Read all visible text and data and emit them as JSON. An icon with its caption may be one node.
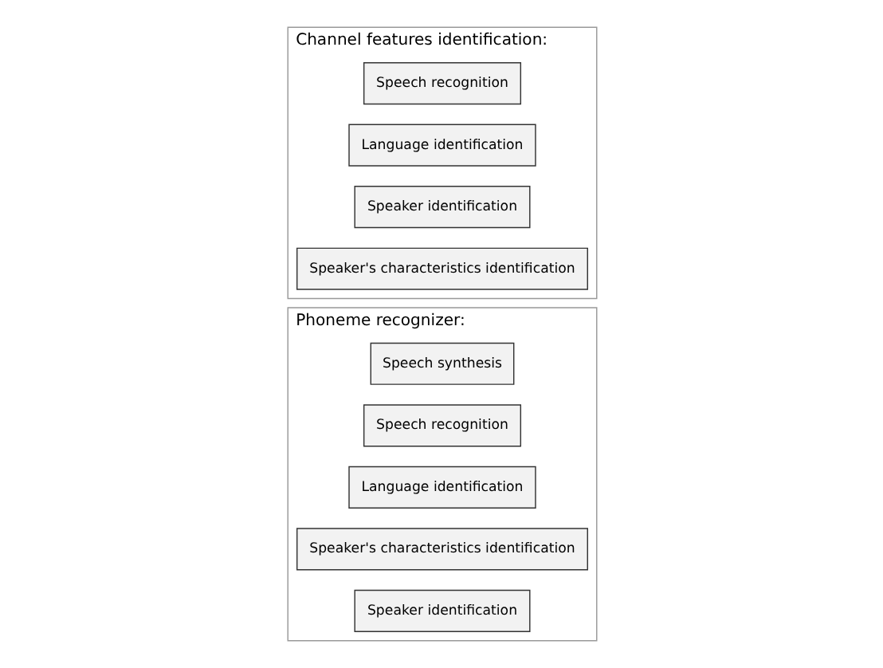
{
  "diagram": {
    "nodes": [
      {
        "text": [
          "Phoneme recognizer:"
        ]
      },
      {
        "text": [
          "Speech synthesis"
        ],
        "in": 0
      },
      {
        "text": [
          "Speech recognition"
        ],
        "in": 0
      },
      {
        "text": [
          "Language identification"
        ],
        "in": 0
      },
      {
        "text": [
          "Speaker's characteristics identification"
        ],
        "in": 0
      },
      {
        "text": [
          "Speaker identification"
        ],
        "in": 0
      },
      {
        "text": [
          "Channel features identification:"
        ]
      },
      {
        "text": [
          "Speech recognition"
        ],
        "in": 6
      },
      {
        "text": [
          "Language identification"
        ],
        "in": 6
      },
      {
        "text": [
          "Speaker identification"
        ],
        "in": 6
      },
      {
        "text": [
          "Speaker's characteristics identification"
        ],
        "in": 6
      }
    ],
    "edges": []
  }
}
